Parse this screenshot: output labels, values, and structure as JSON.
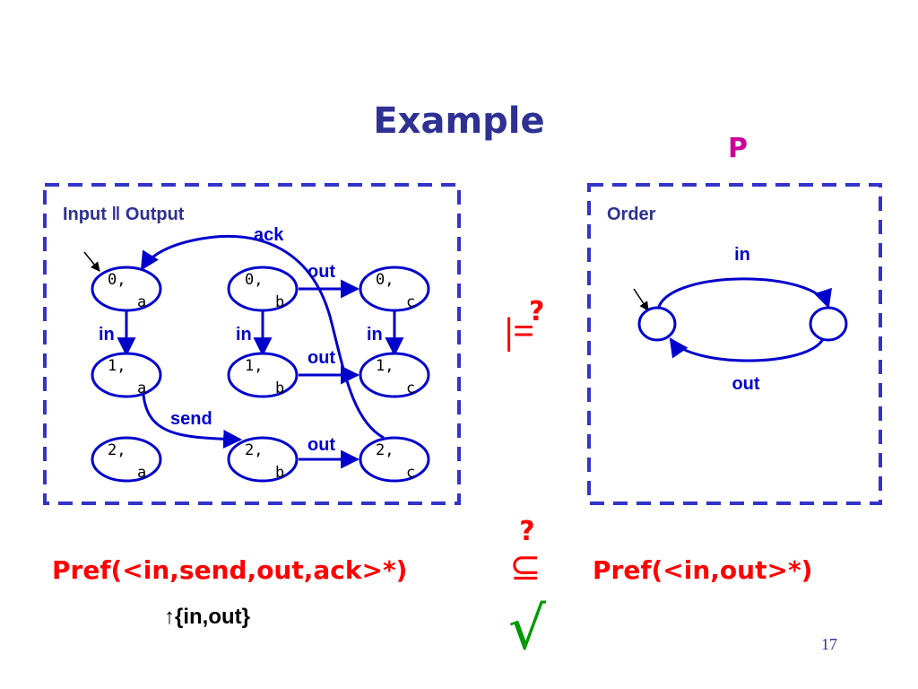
{
  "title": "Example",
  "property_label": "P",
  "left_panel": {
    "title": "Input ‖ Output",
    "states": [
      {
        "id": "0a",
        "top": "0,",
        "bottom": "a",
        "initial": true
      },
      {
        "id": "0b",
        "top": "0,",
        "bottom": "b"
      },
      {
        "id": "0c",
        "top": "0,",
        "bottom": "c"
      },
      {
        "id": "1a",
        "top": "1,",
        "bottom": "a"
      },
      {
        "id": "1b",
        "top": "1,",
        "bottom": "b"
      },
      {
        "id": "1c",
        "top": "1,",
        "bottom": "c"
      },
      {
        "id": "2a",
        "top": "2,",
        "bottom": "a"
      },
      {
        "id": "2b",
        "top": "2,",
        "bottom": "b"
      },
      {
        "id": "2c",
        "top": "2,",
        "bottom": "c"
      }
    ],
    "edges": [
      {
        "from": "0a",
        "to": "1a",
        "label": "in"
      },
      {
        "from": "0b",
        "to": "1b",
        "label": "in"
      },
      {
        "from": "0c",
        "to": "1c",
        "label": "in"
      },
      {
        "from": "0b",
        "to": "0c",
        "label": "out"
      },
      {
        "from": "1b",
        "to": "1c",
        "label": "out"
      },
      {
        "from": "2b",
        "to": "2c",
        "label": "out"
      },
      {
        "from": "1a",
        "to": "2b",
        "label": "send"
      },
      {
        "from": "2c",
        "to": "0a",
        "label": "ack"
      }
    ]
  },
  "right_panel": {
    "title": "Order",
    "states": [
      {
        "id": "s0",
        "initial": true
      },
      {
        "id": "s1"
      }
    ],
    "edges": [
      {
        "from": "s0",
        "to": "s1",
        "label": "in"
      },
      {
        "from": "s1",
        "to": "s0",
        "label": "out"
      }
    ]
  },
  "satisfies_symbol": "|=",
  "satisfies_question": "?",
  "left_formula": "Pref(<in,send,out,ack>*)",
  "projection": "↑{in,out}",
  "subset_symbol": "⊆",
  "subset_question": "?",
  "right_formula": "Pref(<in,out>*)",
  "check_mark": "√",
  "page_number": "17",
  "colors": {
    "title": "#2e3192",
    "box_border": "#3333cc",
    "edge": "#0000cc",
    "red": "#ff0000",
    "magenta": "#cc0099",
    "green": "#009900"
  }
}
